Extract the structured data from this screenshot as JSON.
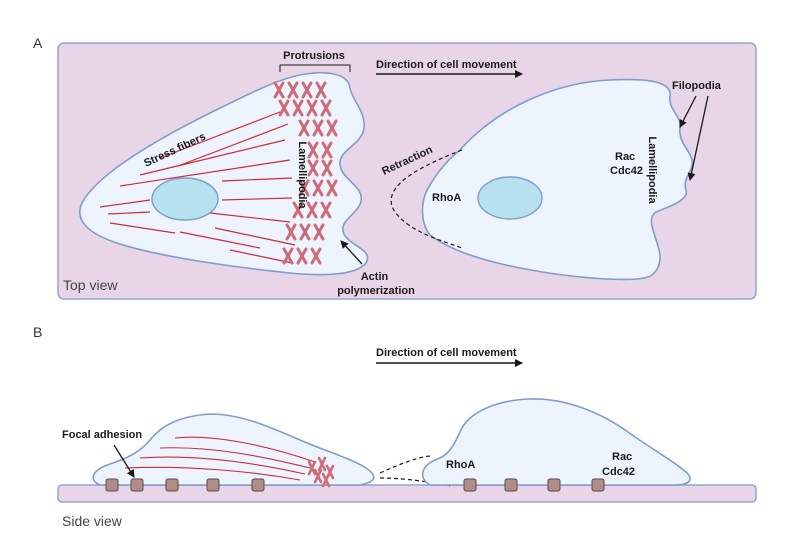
{
  "panel_a": {
    "label": "A",
    "view_label": "Top view",
    "protrusions": "Protrusions",
    "direction": "Direction of  cell movement",
    "stress_fibers": "Stress fibers",
    "lamellipodia_left": "Lamellipodia",
    "actin_line1": "Actin",
    "actin_line2": "polymerization",
    "retraction": "Retraction",
    "rhoa": "RhoA",
    "rac": "Rac",
    "cdc42": "Cdc42",
    "lamellipodia_right": "Lamellipodia",
    "filopodia": "Filopodia"
  },
  "panel_b": {
    "label": "B",
    "view_label": "Side view",
    "direction": "Direction of  cell movement",
    "focal_adhesion": "Focal adhesion",
    "rhoa": "RhoA",
    "rac": "Rac",
    "cdc42": "Cdc42"
  },
  "colors": {
    "background_panel": "#e8d6e8",
    "cell_fill": "#eef4fd",
    "outline": "#7f9ccc",
    "nucleus": "#b5e2ee",
    "stress_fiber": "#cc2a3a",
    "actin": "#cf6a78",
    "focal_adhesion": "#b08c86"
  }
}
